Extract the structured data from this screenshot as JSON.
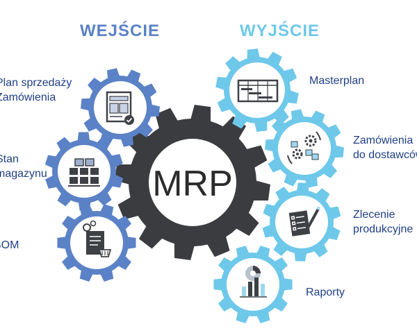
{
  "headers": {
    "input": "WEJŚCIE",
    "output": "WYJŚCIE"
  },
  "center": {
    "label": "MRP"
  },
  "inputs": [
    {
      "label": "Plan sprzedaży\nZamówienia",
      "icon": "sales-plan-icon"
    },
    {
      "label": "Stan\nmagazynu",
      "icon": "warehouse-boxes-icon"
    },
    {
      "label": "BOM",
      "icon": "bom-document-icon"
    }
  ],
  "outputs": [
    {
      "label": "Masterplan",
      "icon": "gantt-chart-icon"
    },
    {
      "label": "Zamówienia\ndo dostawców",
      "icon": "supplier-order-icon"
    },
    {
      "label": "Zlecenie\nprodukcyjne",
      "icon": "production-order-icon"
    },
    {
      "label": "Raporty",
      "icon": "report-chart-icon"
    }
  ],
  "colors": {
    "input_gear": "#5b82c6",
    "output_gear": "#6ec8ea",
    "center_gear": "#3a3c40",
    "label_text": "#1f3f86",
    "icon_dark": "#3d4045"
  }
}
